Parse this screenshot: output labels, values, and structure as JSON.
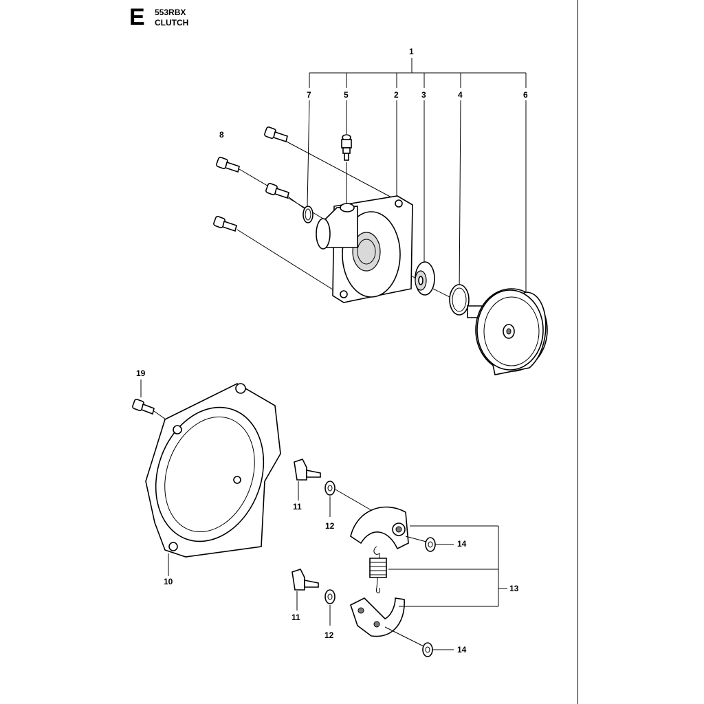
{
  "header": {
    "section_letter": "E",
    "model": "553RBX",
    "title": "CLUTCH"
  },
  "callouts": {
    "c1": "1",
    "c2": "2",
    "c3": "3",
    "c4": "4",
    "c5": "5",
    "c6": "6",
    "c7": "7",
    "c8": "8",
    "c10": "10",
    "c11a": "11",
    "c11b": "11",
    "c12a": "12",
    "c12b": "12",
    "c13": "13",
    "c14a": "14",
    "c14b": "14",
    "c19": "19"
  }
}
